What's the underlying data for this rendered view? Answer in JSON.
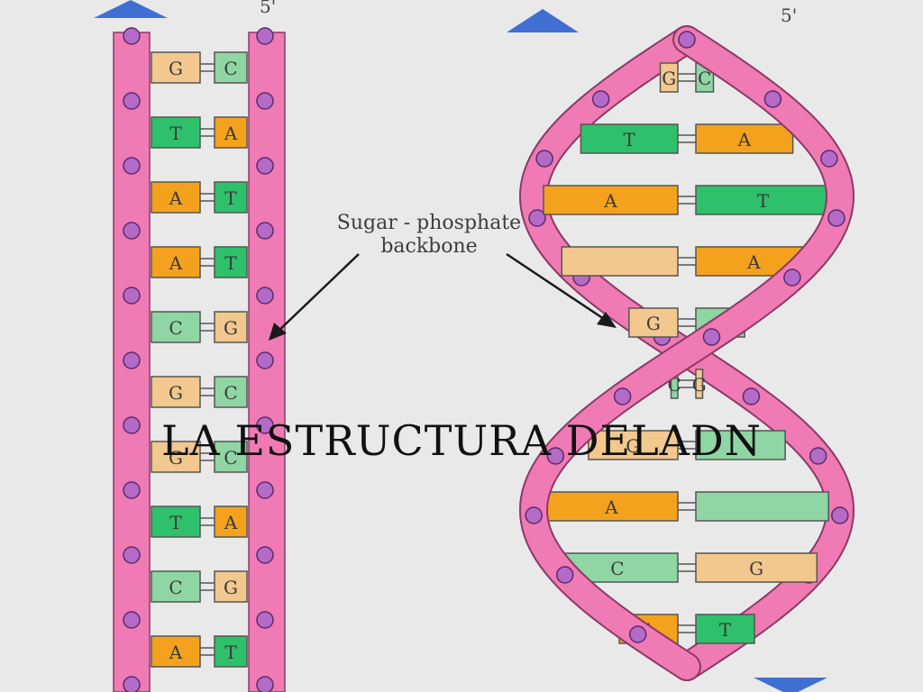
{
  "title": "LA ESTRUCTURA DELADN",
  "annotation": [
    "Sugar - phosphate",
    "backbone"
  ],
  "end_labels": {
    "ladder_top": "5'",
    "helix_top": "5'"
  },
  "colors": {
    "background": "#e9e9ea",
    "backbone": "#f07ab4",
    "backbone_edge": "#8a3a64",
    "phosphate": "#b46bc8",
    "G": "#f2c88e",
    "C": "#8fd6a4",
    "T": "#2ec06a",
    "A": "#f4a21e",
    "end_marker_top": "#3f6fd2",
    "end_marker_bottom": "#3f6fd2"
  },
  "ladder_pairs": [
    [
      "G",
      "C"
    ],
    [
      "T",
      "A"
    ],
    [
      "A",
      "T"
    ],
    [
      "A",
      "T"
    ],
    [
      "C",
      "G"
    ],
    [
      "G",
      "C"
    ],
    [
      "G",
      "C"
    ],
    [
      "T",
      "A"
    ],
    [
      "C",
      "G"
    ],
    [
      "A",
      "T"
    ]
  ],
  "helix_rungs": [
    {
      "left": "G",
      "right": "C"
    },
    {
      "left": "T",
      "right": "A"
    },
    {
      "left": "A",
      "right": "T"
    },
    {
      "left": "",
      "right": "A"
    },
    {
      "left": "G",
      "right": "C"
    },
    {
      "left": "C",
      "right": "G"
    },
    {
      "left": "G",
      "right": ""
    },
    {
      "left": "A",
      "right": ""
    },
    {
      "left": "C",
      "right": "G"
    },
    {
      "left": "A",
      "right": "T"
    }
  ]
}
